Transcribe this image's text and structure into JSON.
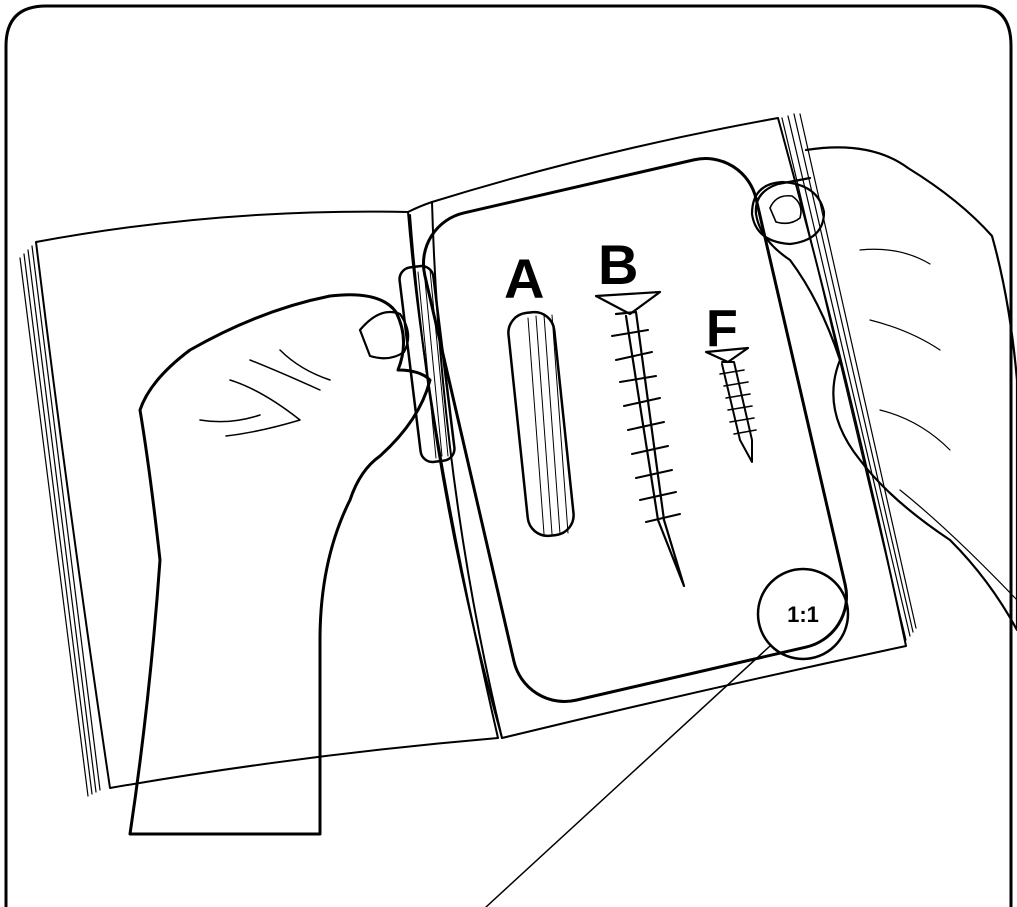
{
  "parts": [
    {
      "letter": "A",
      "name": "wooden-dowel"
    },
    {
      "letter": "B",
      "name": "long-screw"
    },
    {
      "letter": "F",
      "name": "short-screw"
    }
  ],
  "scale_badge": {
    "text": "1:1"
  },
  "colors": {
    "ink": "#000000",
    "paper": "#ffffff",
    "fill": "#ffffff"
  }
}
